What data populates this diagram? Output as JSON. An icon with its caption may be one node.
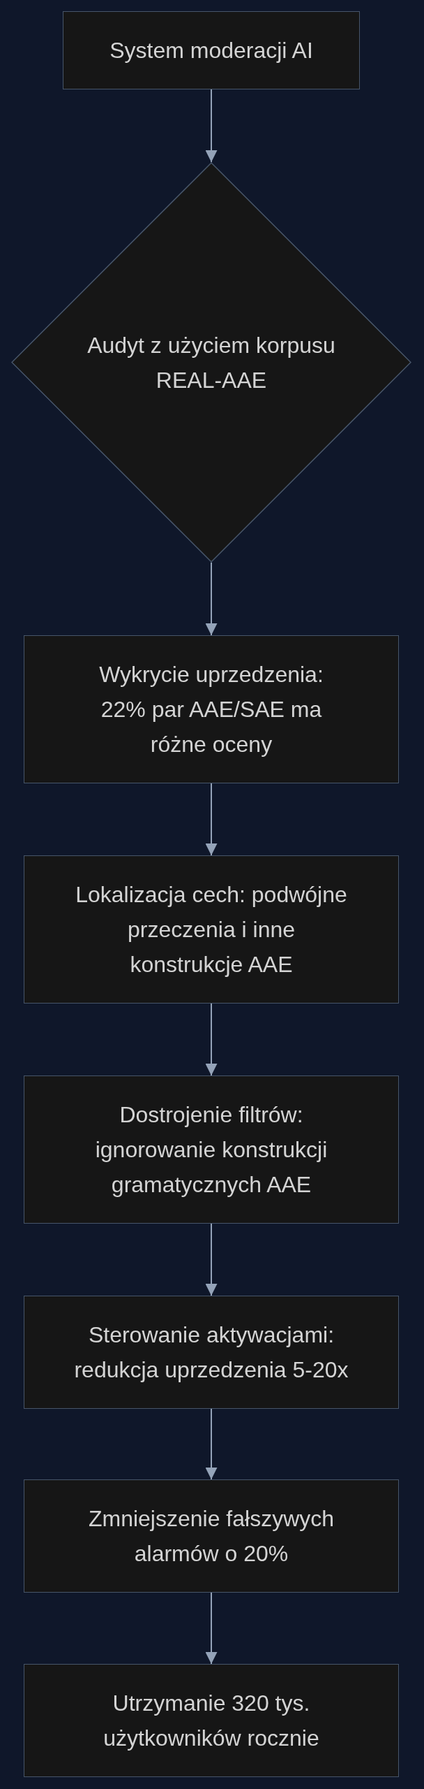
{
  "diagram": {
    "nodes": [
      {
        "text": [
          "System moderacji AI"
        ]
      },
      {
        "text": [
          "Audyt z użyciem korpusu REAL-AAE"
        ]
      },
      {
        "text": [
          "Wykrycie uprzedzenia: 22% par AAE/SAE ma różne oceny"
        ]
      },
      {
        "text": [
          "Lokalizacja cech: podwójne przeczenia i inne konstrukcje AAE"
        ]
      },
      {
        "text": [
          "Dostrojenie filtrów: ignorowanie konstrukcji gramatycznych AAE"
        ]
      },
      {
        "text": [
          "Sterowanie aktywacjami: redukcja uprzedzenia 5-20x"
        ]
      },
      {
        "text": [
          "Zmniejszenie fałszywych alarmów o 20%"
        ]
      },
      {
        "text": [
          "Utrzymanie 320 tys. użytkowników rocznie"
        ]
      }
    ],
    "edges": [
      {
        "from": 0,
        "to": 1,
        "arrow": "to"
      },
      {
        "from": 1,
        "to": 2,
        "arrow": "to"
      },
      {
        "from": 2,
        "to": 3,
        "arrow": "to"
      },
      {
        "from": 3,
        "to": 4,
        "arrow": "to"
      },
      {
        "from": 4,
        "to": 5,
        "arrow": "to"
      },
      {
        "from": 5,
        "to": 6,
        "arrow": "to"
      },
      {
        "from": 6,
        "to": 7,
        "arrow": "to"
      }
    ]
  }
}
